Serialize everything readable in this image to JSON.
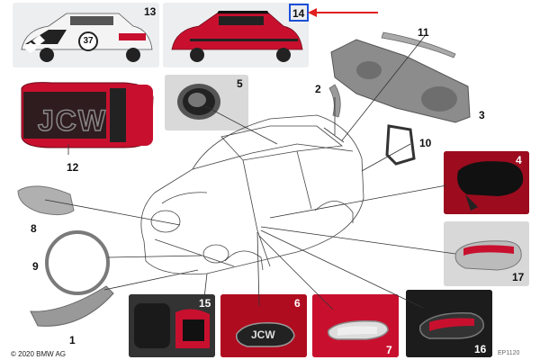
{
  "part_numbers": {
    "p1": "1",
    "p2": "2",
    "p3": "3",
    "p4": "4",
    "p5": "5",
    "p6": "6",
    "p7": "7",
    "p8": "8",
    "p9": "9",
    "p10": "10",
    "p11": "11",
    "p12": "12",
    "p13": "13",
    "p14": "14",
    "p15": "15",
    "p16": "16",
    "p17": "17"
  },
  "panel_13_roundel": "37",
  "hood_lettering": "JCW",
  "copyright": "© 2020 BMW AG",
  "doc_id": "EP1120",
  "colors": {
    "accent_red": "#c8102e",
    "callout_arrow": "#e02020",
    "highlight_border": "#1c4fd6",
    "line": "#333333"
  }
}
